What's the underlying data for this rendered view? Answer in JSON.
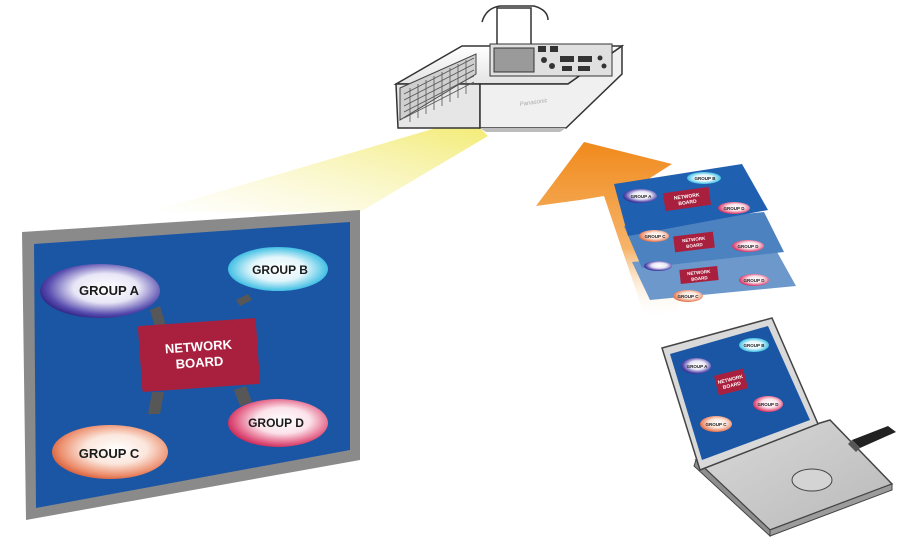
{
  "main_screen": {
    "group_a": "GROUP A",
    "group_b": "GROUP B",
    "group_c": "GROUP C",
    "group_d": "GROUP D",
    "board_line1": "NETWORK",
    "board_line2": "BOARD"
  },
  "slides": {
    "group_a": "GROUP A",
    "group_b": "GROUP B",
    "group_c": "GROUP C",
    "group_d": "GROUP D",
    "board_line1": "NETWORK",
    "board_line2": "BOARD"
  },
  "laptop_screen": {
    "group_a": "GROUP A",
    "group_b": "GROUP B",
    "group_c": "GROUP C",
    "group_d": "GROUP D",
    "board_line1": "NETWORK",
    "board_line2": "BOARD"
  },
  "colors": {
    "screen_blue": "#1b56a4",
    "board_red": "#a8203e",
    "frame_gray": "#8a8a8a",
    "arrow_orange": "#f08a1c",
    "beam_yellow": "#f2ea6a"
  }
}
